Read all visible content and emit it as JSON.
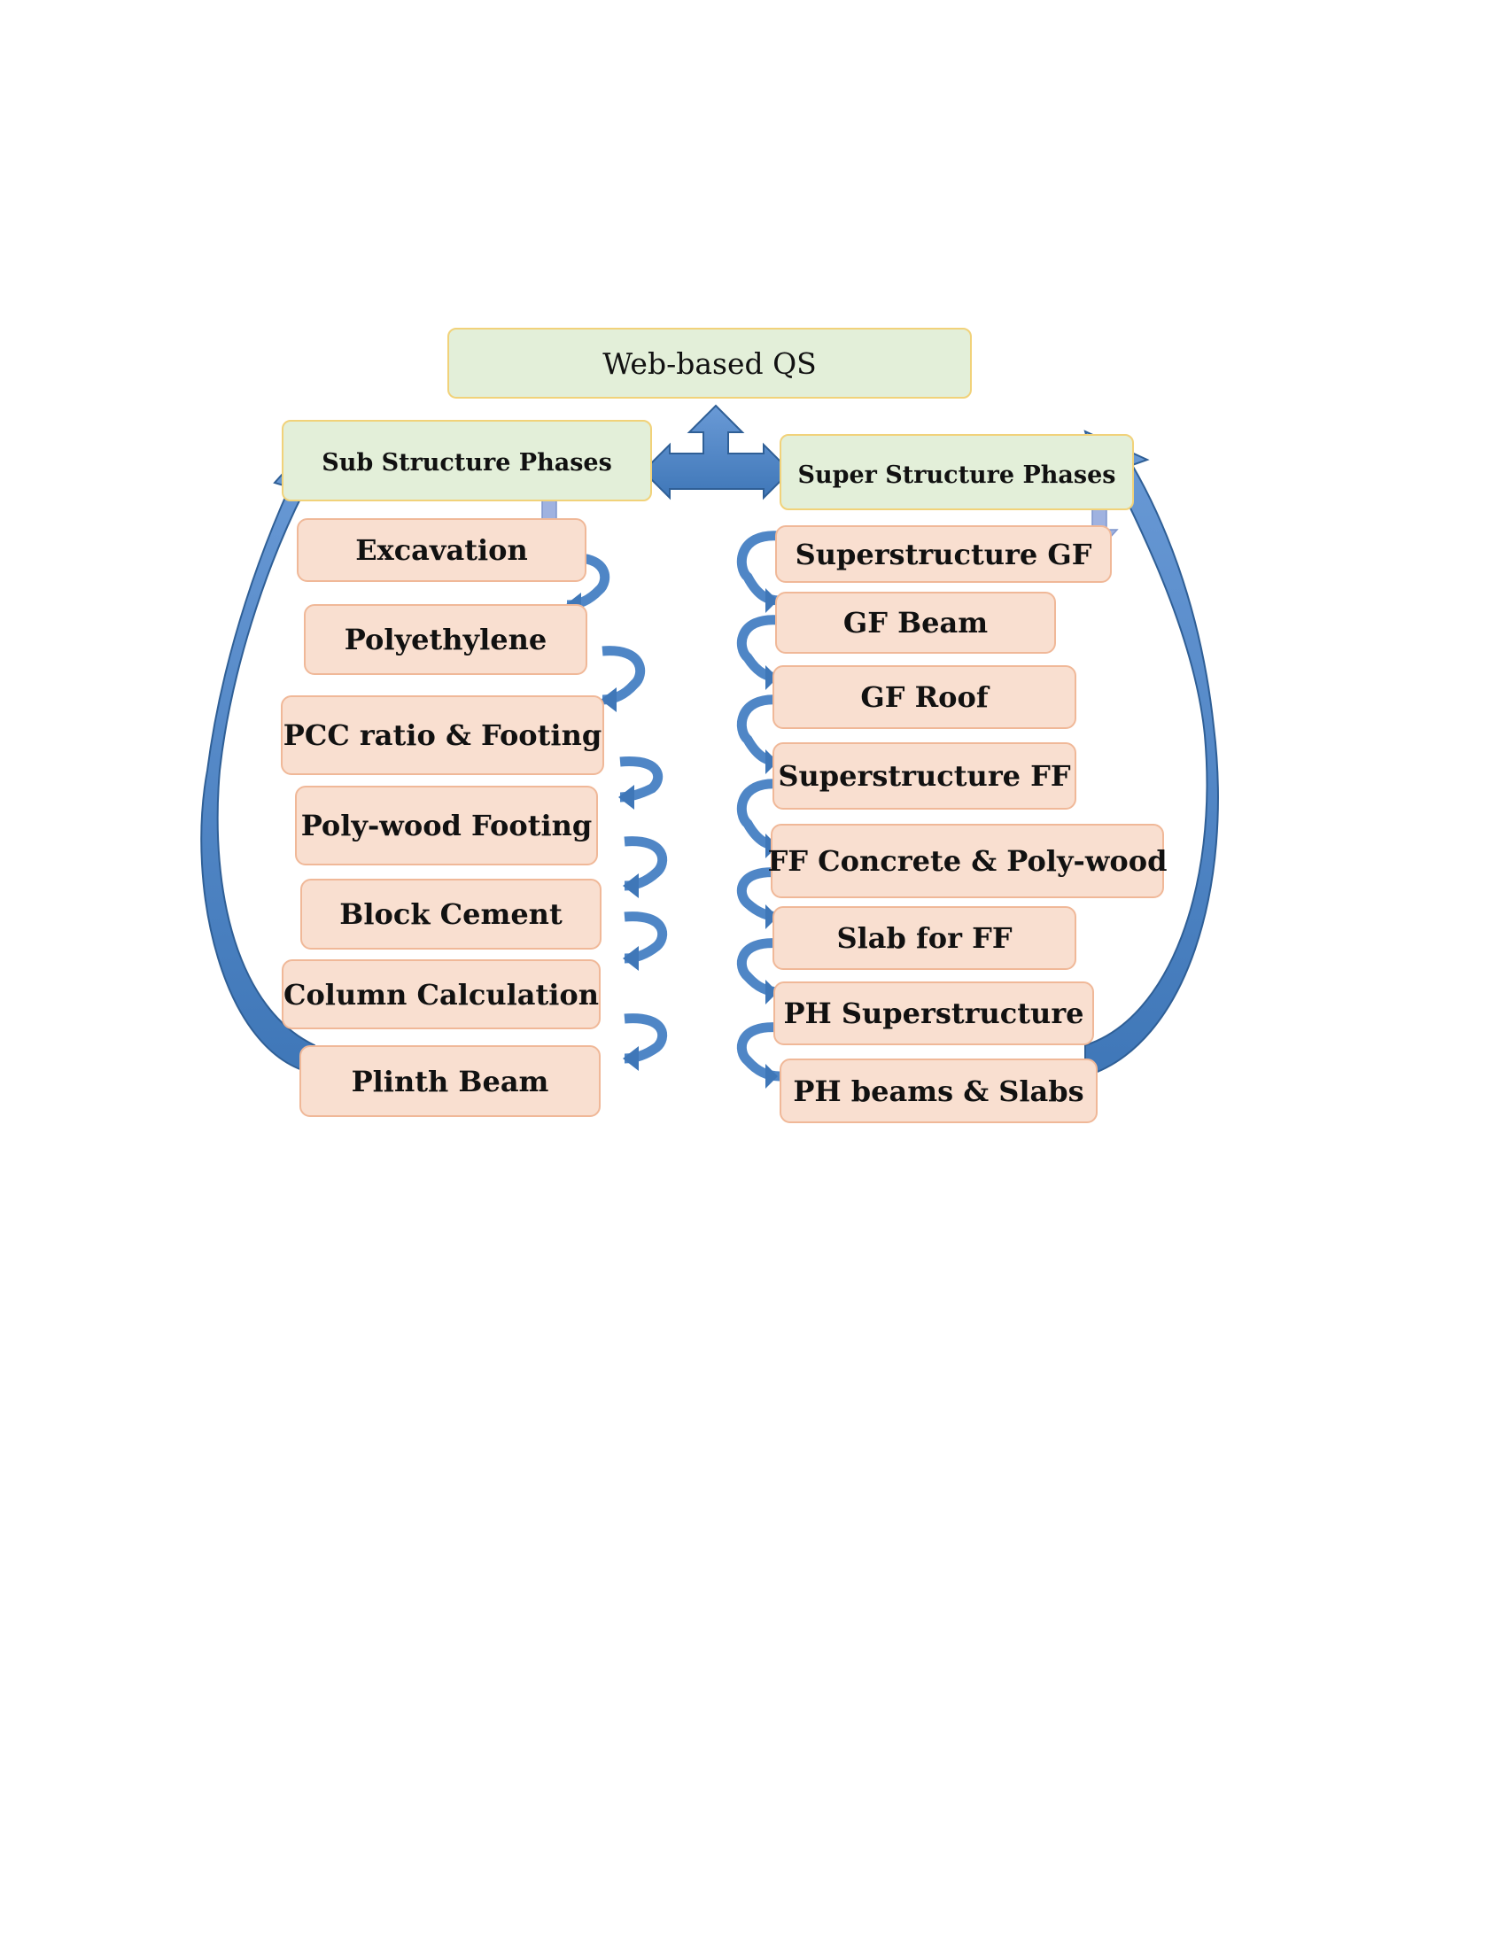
{
  "root": {
    "label": "Web-based QS"
  },
  "sub_structure": {
    "title": "Sub Structure Phases",
    "steps": [
      "Excavation",
      "Polyethylene",
      "PCC ratio & Footing",
      "Poly-wood Footing",
      "Block Cement",
      "Column Calculation",
      "Plinth Beam"
    ]
  },
  "super_structure": {
    "title": "Super Structure Phases",
    "steps": [
      "Superstructure GF",
      "GF Beam",
      "GF Roof",
      "Superstructure FF",
      "FF Concrete & Poly-wood",
      "Slab for FF",
      "PH Superstructure",
      "PH beams & Slabs"
    ]
  },
  "colors": {
    "arrow": "#4f86c6",
    "arrow_dark": "#2f5f96",
    "down_arrow": "#9fb2e0",
    "green_fill": "#e3efd9",
    "peach_fill": "#f9dfd0"
  }
}
